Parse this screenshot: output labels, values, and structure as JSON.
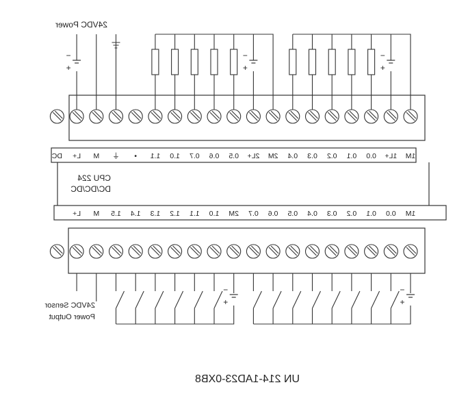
{
  "labels": {
    "power_top": "24VDC Power",
    "cpu_model": "CPU 224",
    "cpu_type": "DC/DC/DC",
    "sensor_line1": "24VDC Sensor",
    "sensor_line2": "Power Output",
    "part_number": "UN 214-1AD23-0XB8"
  },
  "top_terminals": [
    "1M",
    "1L+",
    "0.0",
    "0.1",
    "0.2",
    "0.3",
    "0.4",
    "2M",
    "2L+",
    "0.5",
    "0.6",
    "0.7",
    "1.0",
    "1.1",
    "•",
    "⏚",
    "M",
    "L+",
    "DC"
  ],
  "bottom_terminals": [
    "1M",
    "0.0",
    "0.1",
    "0.2",
    "0.3",
    "0.4",
    "0.5",
    "0.6",
    "0.7",
    "2M",
    "1.0",
    "1.1",
    "1.2",
    "1.3",
    "1.4",
    "1.5",
    "M",
    "L+"
  ],
  "symbols": {
    "battery_plus": "+",
    "battery_minus": "−"
  },
  "colors": {
    "line": "#333333",
    "background": "#ffffff"
  }
}
